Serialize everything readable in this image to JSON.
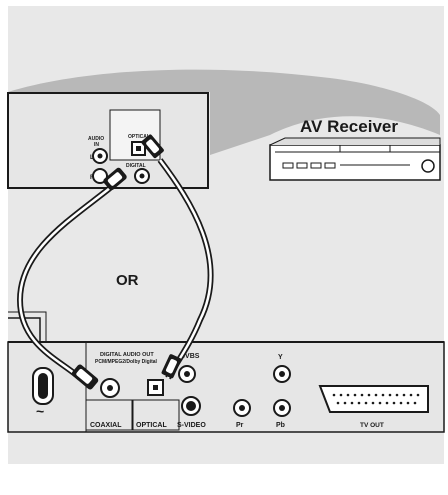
{
  "receiver": {
    "title": "AV Receiver",
    "audio_in_label": "AUDIO\nIN",
    "optical_label": "OPTICAL",
    "digital_label": "DIGITAL",
    "l_label": "L",
    "r_label": "R"
  },
  "or_label": "OR",
  "player": {
    "digital_audio_out_label": "DIGITAL AUDIO OUT",
    "digital_audio_out_sub": "PCM/MPEG2/Dolby Digital",
    "coaxial_label": "COAXIAL",
    "optical_label": "OPTICAL",
    "cvbs_label": "CVBS",
    "svideo_label": "S-VIDEO",
    "y_label": "Y",
    "pr_label": "Pr",
    "pb_label": "Pb",
    "tvout_label": "TV OUT",
    "mains_symbol": "~"
  },
  "colors": {
    "background_panel": "#e8e8e8",
    "receiver_fill": "#e6e6e6",
    "line": "#1a1a1a",
    "page": "#ffffff"
  }
}
